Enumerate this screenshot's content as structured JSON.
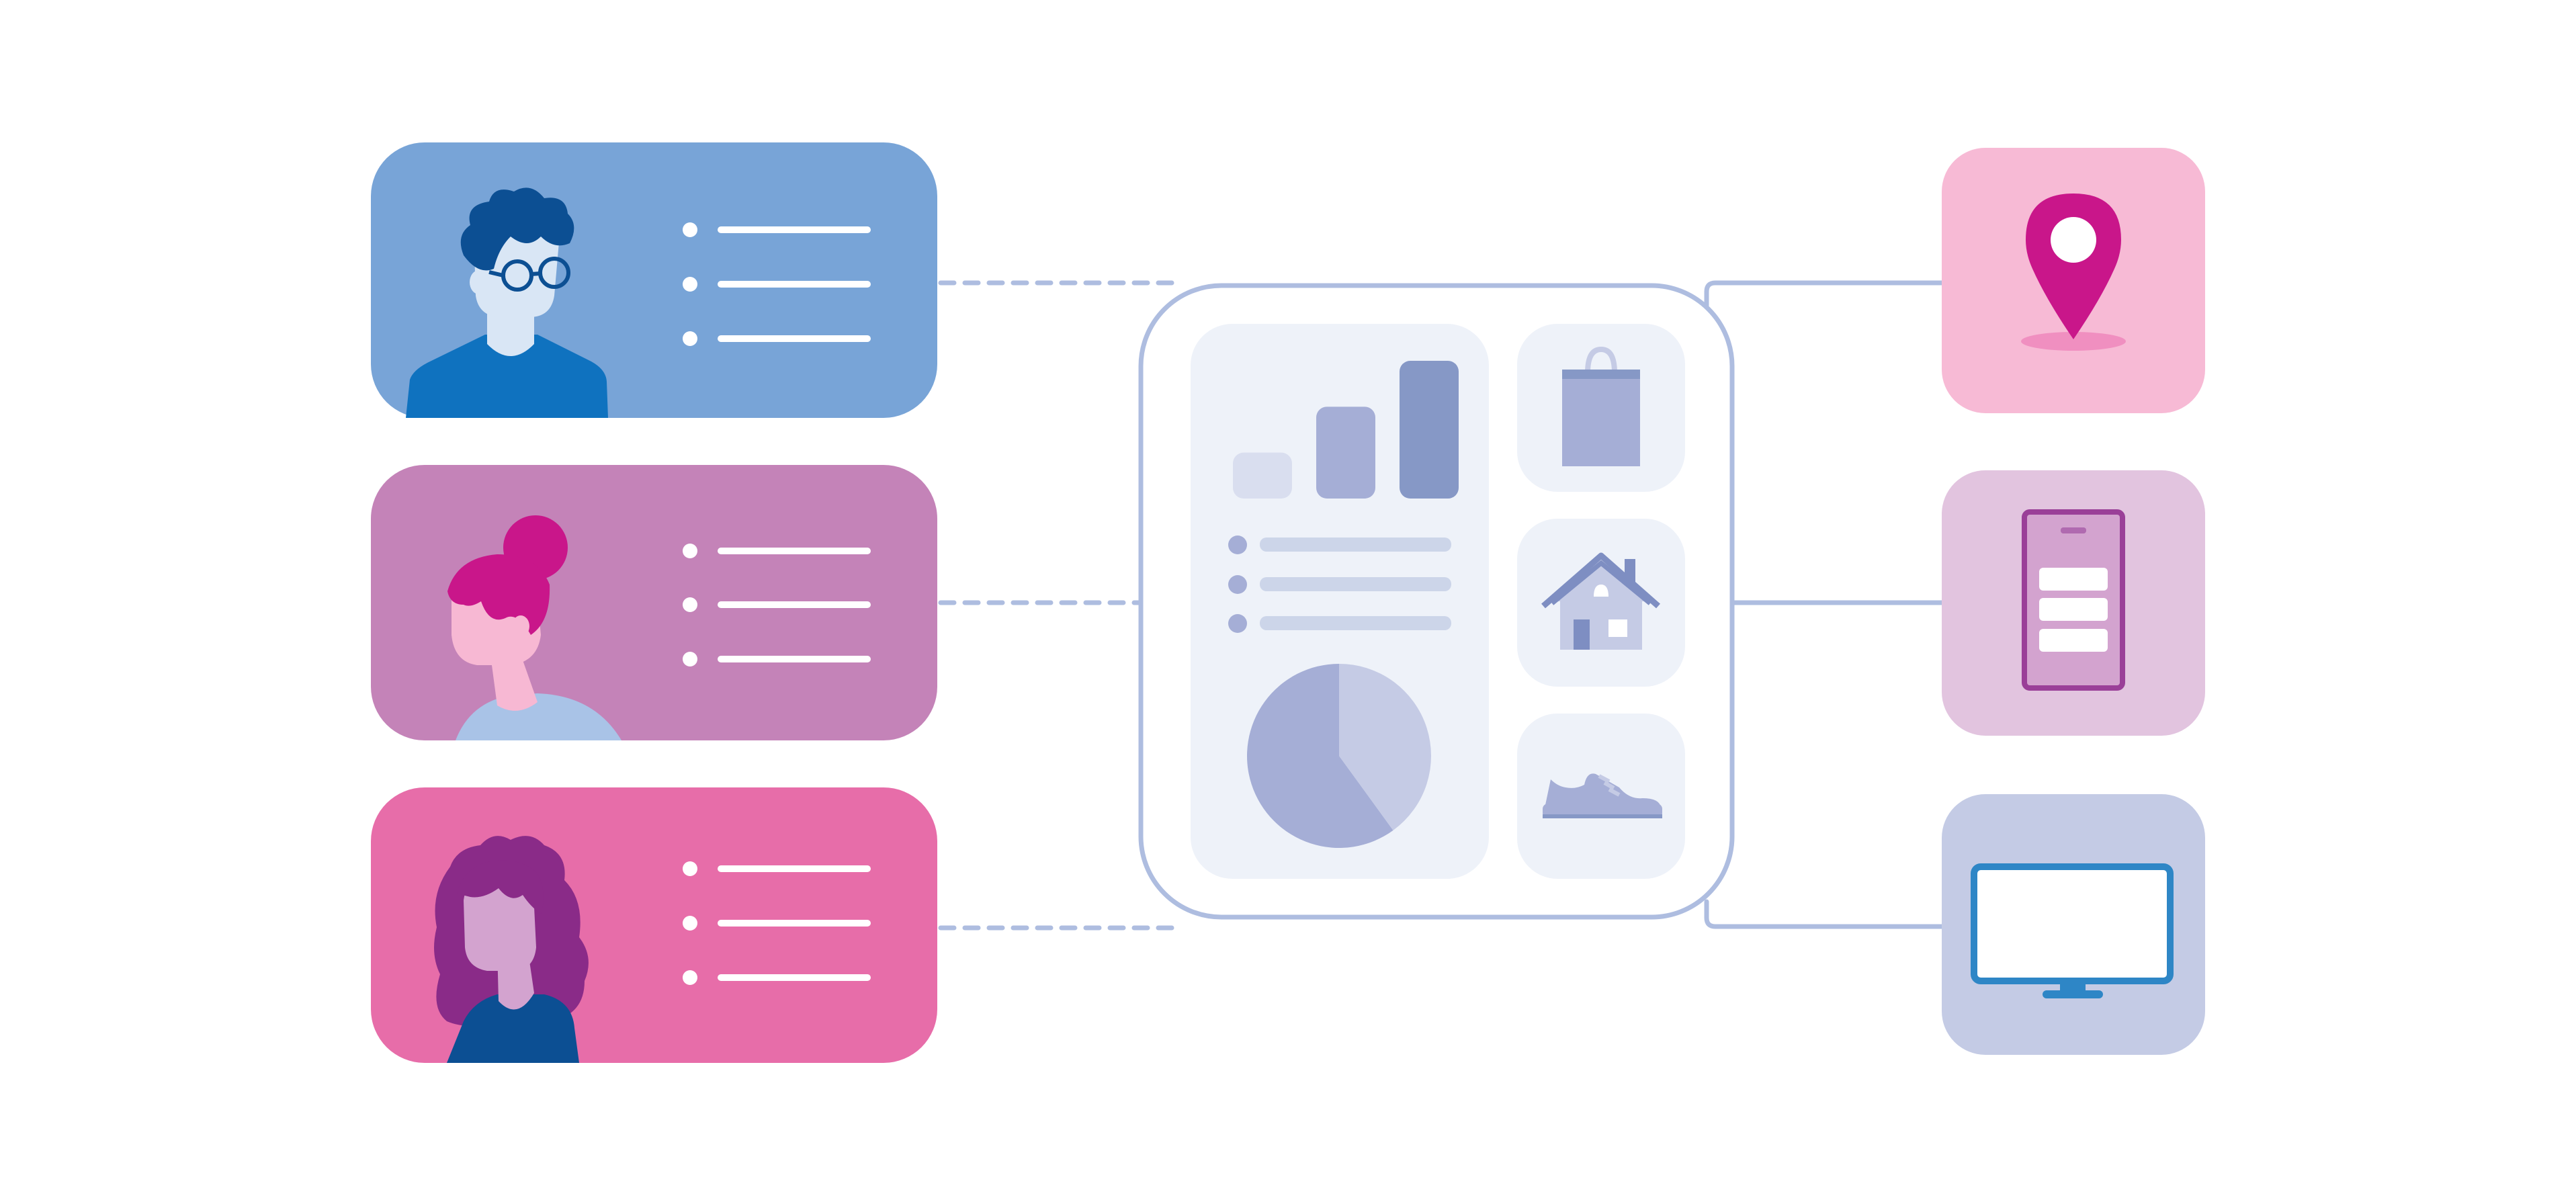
{
  "colors": {
    "background": "#ffffff",
    "connector": "#aebde0",
    "profile_blue": "#78a4d7",
    "profile_mauve": "#c483b8",
    "profile_pink": "#e76da9",
    "card_light_pink": "#f7bad5",
    "card_lilac": "#e2c4df",
    "card_periwinkle": "#c4cbe5",
    "hub_panel": "#eef2f9",
    "hub_border": "#aebde0",
    "pin_magenta": "#c9168a",
    "screen_blue": "#2e86c6",
    "phone_purple": "#9a3f98"
  },
  "profiles": [
    {
      "name": "profile-card-man",
      "list_items": 3,
      "avatar": "man-with-glasses-avatar"
    },
    {
      "name": "profile-card-woman-bun",
      "list_items": 3,
      "avatar": "woman-with-bun-avatar"
    },
    {
      "name": "profile-card-woman-curly",
      "list_items": 3,
      "avatar": "woman-curly-hair-avatar"
    }
  ],
  "hub": {
    "bar_chart_values": [
      1,
      2,
      3
    ],
    "pie_chart_values": [
      60,
      40
    ],
    "list_items": 3,
    "category_icons": [
      "shopping-bag-icon",
      "house-icon",
      "sneaker-icon"
    ]
  },
  "channels": [
    "location-pin-icon",
    "smartphone-icon",
    "desktop-monitor-icon"
  ]
}
